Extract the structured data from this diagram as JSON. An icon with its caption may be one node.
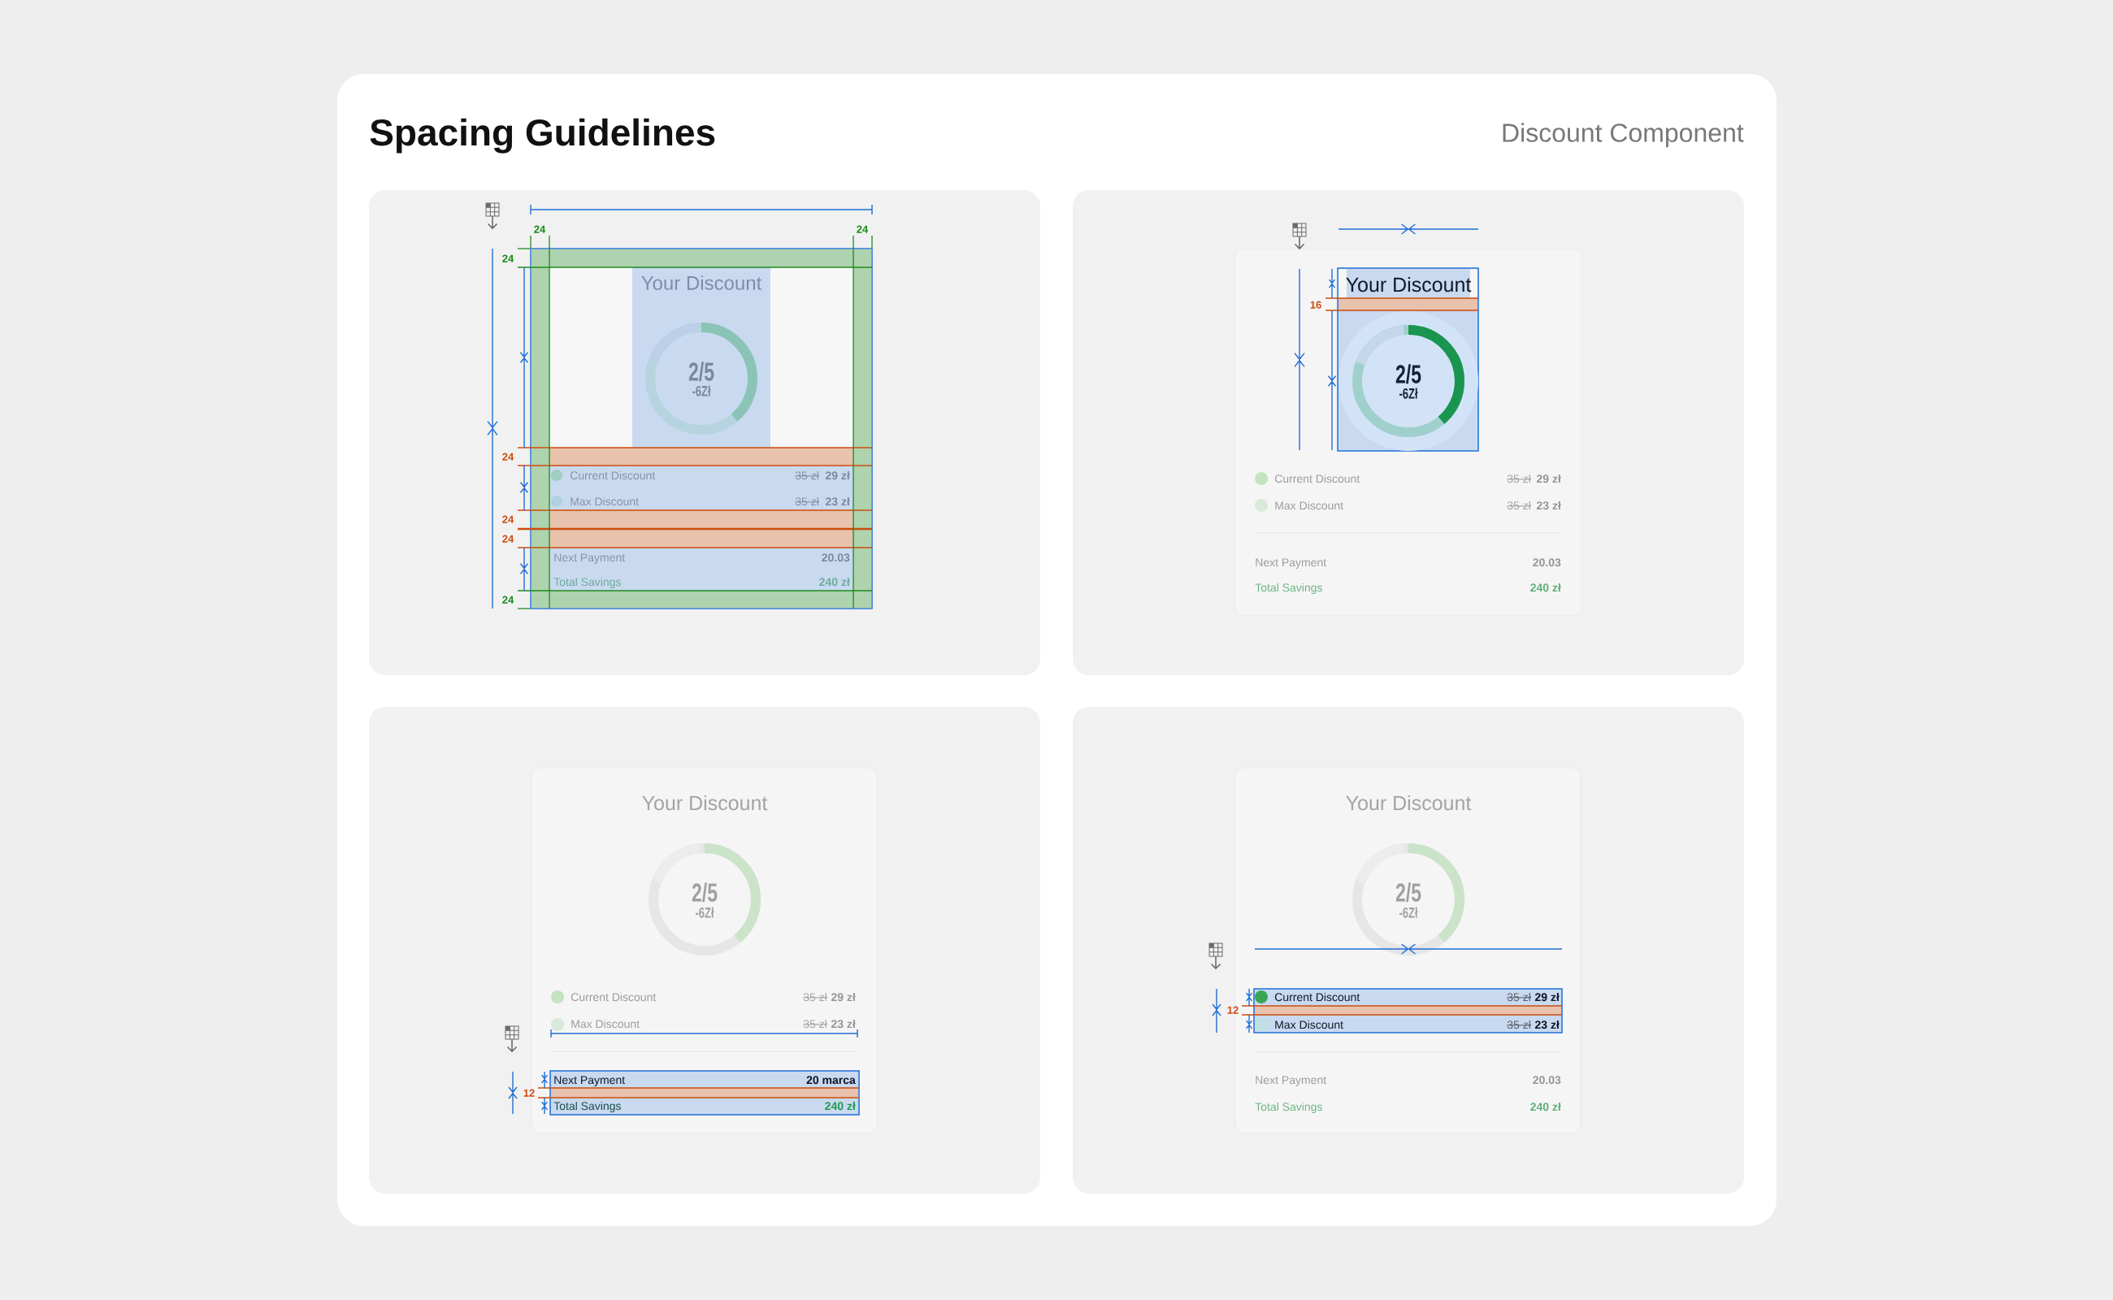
{
  "diagram": {
    "title": "Spacing Guidelines",
    "nodes": [
      {
        "text": [],
        "shape": "box"
      },
      {
        "text": [],
        "shape": "box",
        "in": 0
      },
      {
        "text": [
          "Your Discount",
          "2/5",
          "-6Zł"
        ],
        "in": 1
      },
      {
        "text": [
          "Current Discount",
          "35 zł",
          "29 zł",
          "Max Discount",
          "35 zł",
          "23 zł"
        ],
        "in": 1
      },
      {
        "text": [
          "Next Payment",
          "20.03",
          "Total Savings",
          "240 zł"
        ],
        "in": 1
      },
      {
        "text": [],
        "shape": "box"
      },
      {
        "text": [
          "Current Discount",
          "35 zł",
          "29 zł",
          "Max Discount",
          "35 zł",
          "23 zł",
          "Next Payment",
          "20.03",
          "Total Savings",
          "240 zł"
        ],
        "in": 5
      },
      {
        "text": [
          "Your Discount",
          "2/5",
          "-6Zł"
        ],
        "in": 6
      },
      {
        "text": [],
        "shape": "box"
      },
      {
        "text": [
          "Your Discount",
          "2/5",
          "-6Zł",
          "Current Discount",
          "35 zł",
          "29 zł",
          "Max Discount",
          "35 zł",
          "23 zł"
        ],
        "in": 8
      },
      {
        "text": [
          "Next Payment",
          "20 marca",
          "Total Savings",
          "240 zł"
        ],
        "in": 9
      },
      {
        "text": [],
        "shape": "box"
      },
      {
        "text": [
          "Your Discount",
          "2/5",
          "-6Zł",
          "Next Payment",
          "20.03",
          "Total Savings",
          "240 zł"
        ],
        "in": 11
      },
      {
        "text": [
          "Current Discount",
          "35 zł",
          "29 zł",
          "Max Discount",
          "35 zł",
          "23 zł"
        ],
        "in": 12
      }
    ],
    "labels": [
      "Discount Component",
      "24",
      "24",
      "24",
      "24",
      "24",
      "24",
      "24",
      "16",
      "12",
      "12"
    ]
  }
}
